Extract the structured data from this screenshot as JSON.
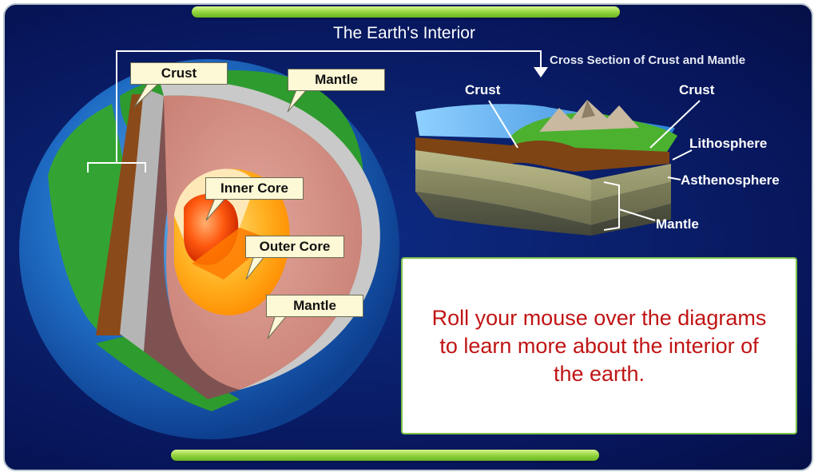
{
  "title": "The Earth's Interior",
  "earth_labels": {
    "crust": "Crust",
    "mantle_top": "Mantle",
    "inner_core": "Inner Core",
    "outer_core": "Outer Core",
    "mantle_bottom": "Mantle"
  },
  "cross_section": {
    "title": "Cross Section of Crust and Mantle",
    "crust_left": "Crust",
    "crust_right": "Crust",
    "lithosphere": "Lithosphere",
    "asthenosphere": "Asthenosphere",
    "mantle": "Mantle"
  },
  "info": {
    "message": "Roll your mouse over the diagrams to learn more about the interior of the earth."
  },
  "colors": {
    "background": "#0a1f6a",
    "accent_green": "#8fd23a",
    "message_red": "#c01414",
    "callout_fill": "#fdf8d6"
  }
}
